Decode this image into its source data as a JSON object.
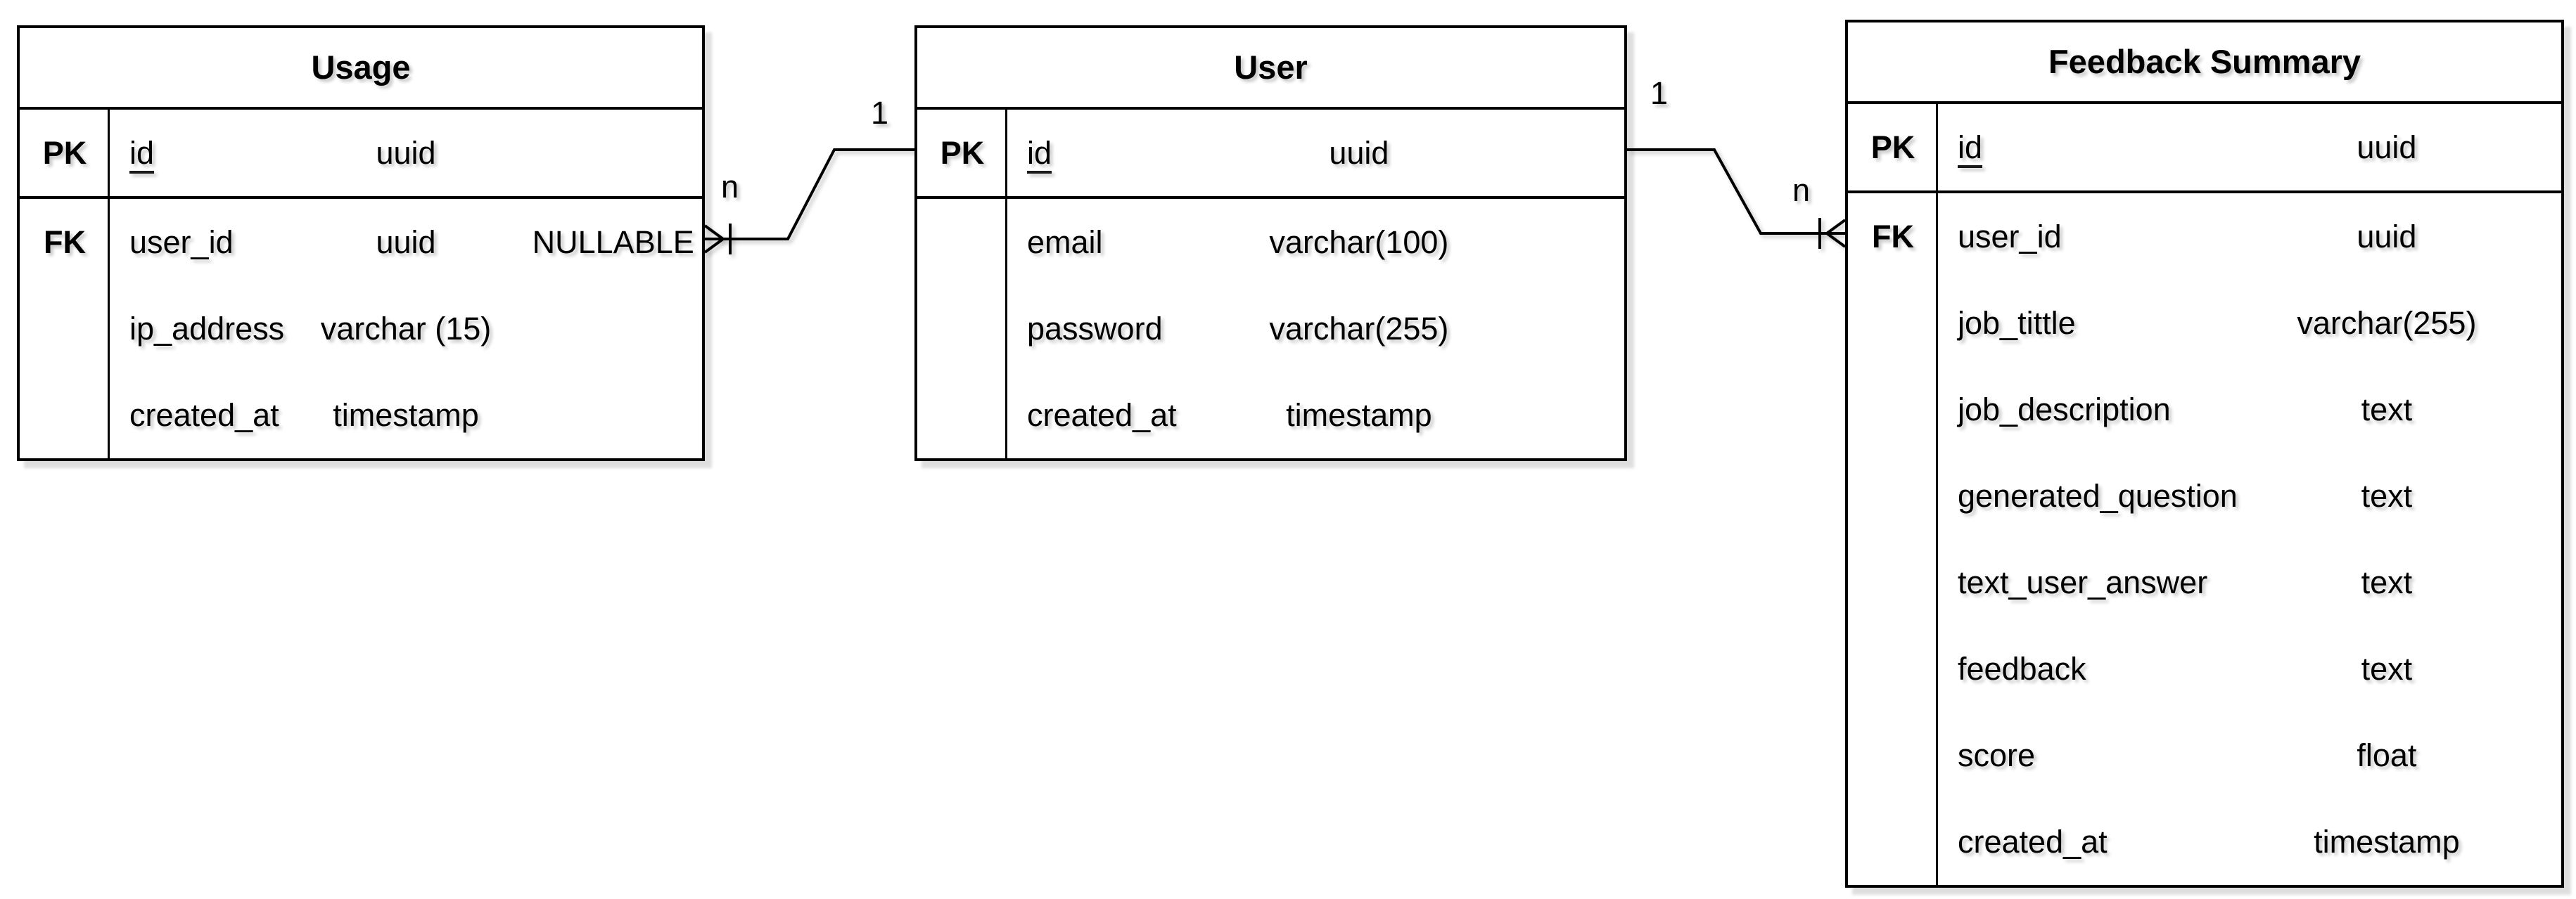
{
  "diagram": {
    "background_color": "#ffffff",
    "line_color": "#000000",
    "notation": "crows-foot"
  },
  "tables": [
    {
      "title": "Usage",
      "rows": [
        {
          "key": "PK",
          "name": "id",
          "type": "uuid",
          "extra": ""
        },
        {
          "key": "FK",
          "name": "user_id",
          "type": "uuid",
          "extra": "NULLABLE"
        },
        {
          "key": "",
          "name": "ip_address",
          "type": "varchar (15)",
          "extra": ""
        },
        {
          "key": "",
          "name": "created_at",
          "type": "timestamp",
          "extra": ""
        }
      ]
    },
    {
      "title": "User",
      "rows": [
        {
          "key": "PK",
          "name": "id",
          "type": "uuid"
        },
        {
          "key": "",
          "name": "email",
          "type": "varchar(100)"
        },
        {
          "key": "",
          "name": "password",
          "type": "varchar(255)"
        },
        {
          "key": "",
          "name": "created_at",
          "type": "timestamp"
        }
      ]
    },
    {
      "title": "Feedback Summary",
      "rows": [
        {
          "key": "PK",
          "name": "id",
          "type": "uuid"
        },
        {
          "key": "FK",
          "name": "user_id",
          "type": "uuid"
        },
        {
          "key": "",
          "name": "job_tittle",
          "type": "varchar(255)"
        },
        {
          "key": "",
          "name": "job_description",
          "type": "text"
        },
        {
          "key": "",
          "name": "generated_question",
          "type": "text"
        },
        {
          "key": "",
          "name": "text_user_answer",
          "type": "text"
        },
        {
          "key": "",
          "name": "feedback",
          "type": "text"
        },
        {
          "key": "",
          "name": "score",
          "type": "float"
        },
        {
          "key": "",
          "name": "created_at",
          "type": "timestamp"
        }
      ]
    }
  ],
  "relationships": [
    {
      "one_table": "User",
      "one_field": "id",
      "one_label": "1",
      "many_table": "Usage",
      "many_field": "user_id",
      "many_label": "n"
    },
    {
      "one_table": "User",
      "one_field": "id",
      "one_label": "1",
      "many_table": "Feedback Summary",
      "many_field": "user_id",
      "many_label": "n"
    }
  ]
}
